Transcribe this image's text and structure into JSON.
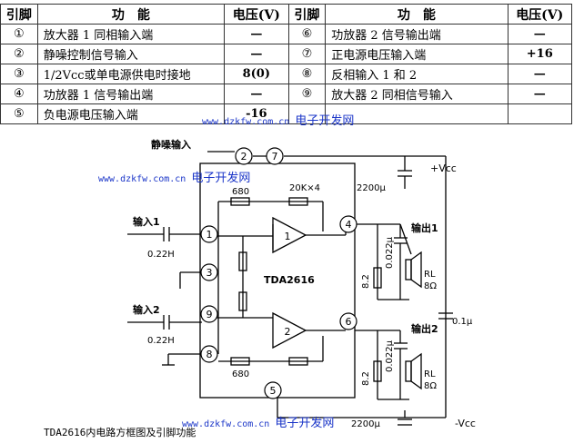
{
  "table": {
    "headers": [
      "引脚",
      "功　能",
      "电压(V)",
      "引脚",
      "功　能",
      "电压(V)"
    ],
    "rows": [
      {
        "l_pin": "①",
        "l_fn": "放大器 1 同相输入端",
        "l_v": "—",
        "r_pin": "⑥",
        "r_fn": "功放器 2 信号输出端",
        "r_v": "—"
      },
      {
        "l_pin": "②",
        "l_fn": "静噪控制信号输入",
        "l_v": "—",
        "r_pin": "⑦",
        "r_fn": "正电源电压输入端",
        "r_v": "+16"
      },
      {
        "l_pin": "③",
        "l_fn": "1/2Vcc或单电源供电时接地",
        "l_v": "8(0)",
        "r_pin": "⑧",
        "r_fn": "反相输入 1 和 2",
        "r_v": "—"
      },
      {
        "l_pin": "④",
        "l_fn": "功放器 1 信号输出端",
        "l_v": "—",
        "r_pin": "⑨",
        "r_fn": "放大器 2 同相信号输入",
        "r_v": "—"
      },
      {
        "l_pin": "⑤",
        "l_fn": "负电源电压输入端",
        "l_v": "-16",
        "r_pin": "",
        "r_fn": "",
        "r_v": ""
      }
    ]
  },
  "watermarks": {
    "url": "www.dzkfw.com.cn",
    "site": "电子开发网"
  },
  "diagram": {
    "chip_label": "TDA2616",
    "mute_input": "静噪输入",
    "input1": "输入1",
    "input2": "输入2",
    "cap_in1": "0.22H",
    "cap_in2": "0.22H",
    "res_680_top": "680",
    "res_680_bottom": "680",
    "res_feedback": "20K×4",
    "cap_2200_top": "2200μ",
    "cap_2200_bottom": "2200μ",
    "cap_01": "0.1μ",
    "cap_0022_1": "0.022μ",
    "cap_0022_2": "0.022μ",
    "res_82_1": "8.2",
    "res_82_2": "8.2",
    "vcc_pos": "+Vcc",
    "vcc_neg": "-Vcc",
    "out1": "输出1",
    "out2": "输出2",
    "rl1": "RL",
    "rl1_val": "8Ω",
    "rl2": "RL",
    "rl2_val": "8Ω",
    "amp1": "1",
    "amp2": "2",
    "pins": {
      "p1": "1",
      "p2": "2",
      "p3": "3",
      "p4": "4",
      "p5": "5",
      "p6": "6",
      "p7": "7",
      "p8": "8",
      "p9": "9"
    }
  },
  "caption": "TDA2616内电路方框图及引脚功能"
}
